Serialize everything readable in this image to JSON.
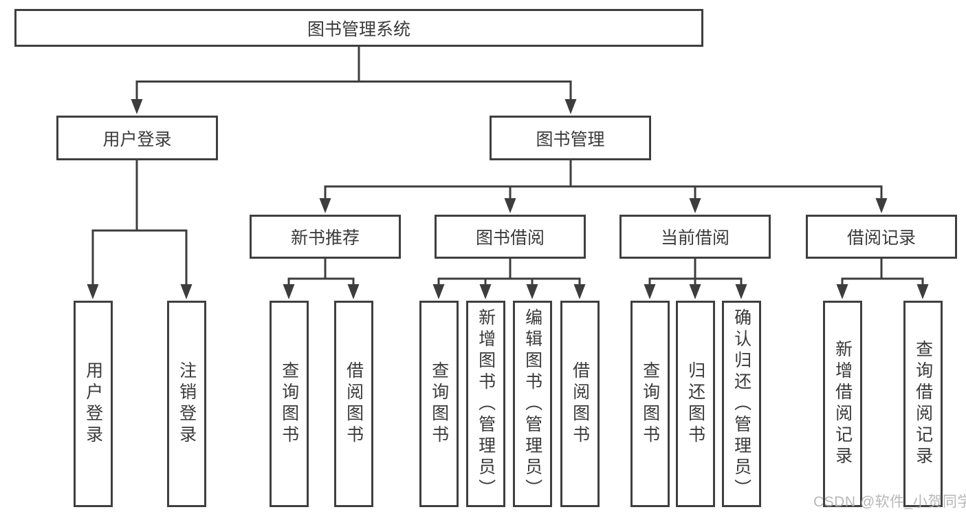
{
  "tree": {
    "root": {
      "label": "图书管理系统"
    },
    "branches": [
      {
        "label": "用户登录",
        "children": [
          {
            "label": "用户登录"
          },
          {
            "label": "注销登录"
          }
        ]
      },
      {
        "label": "图书管理",
        "children": [
          {
            "label": "新书推荐",
            "children": [
              {
                "label": "查询图书"
              },
              {
                "label": "借阅图书"
              }
            ]
          },
          {
            "label": "图书借阅",
            "children": [
              {
                "label": "查询图书"
              },
              {
                "label": "新增图书（管理员）"
              },
              {
                "label": "编辑图书（管理员）"
              },
              {
                "label": "借阅图书"
              }
            ]
          },
          {
            "label": "当前借阅",
            "children": [
              {
                "label": "查询图书"
              },
              {
                "label": "归还图书"
              },
              {
                "label": "确认归还（管理员）"
              }
            ]
          },
          {
            "label": "借阅记录",
            "children": [
              {
                "label": "新增借阅记录"
              },
              {
                "label": "查询借阅记录"
              }
            ]
          }
        ]
      }
    ]
  },
  "watermark": "CSDN @软件_小贺同学",
  "colors": {
    "line": "#3d3d3d",
    "border": "#3f3f3f",
    "text": "#3a3a3a",
    "watermark": "#afafaf",
    "background": "#ffffff"
  }
}
